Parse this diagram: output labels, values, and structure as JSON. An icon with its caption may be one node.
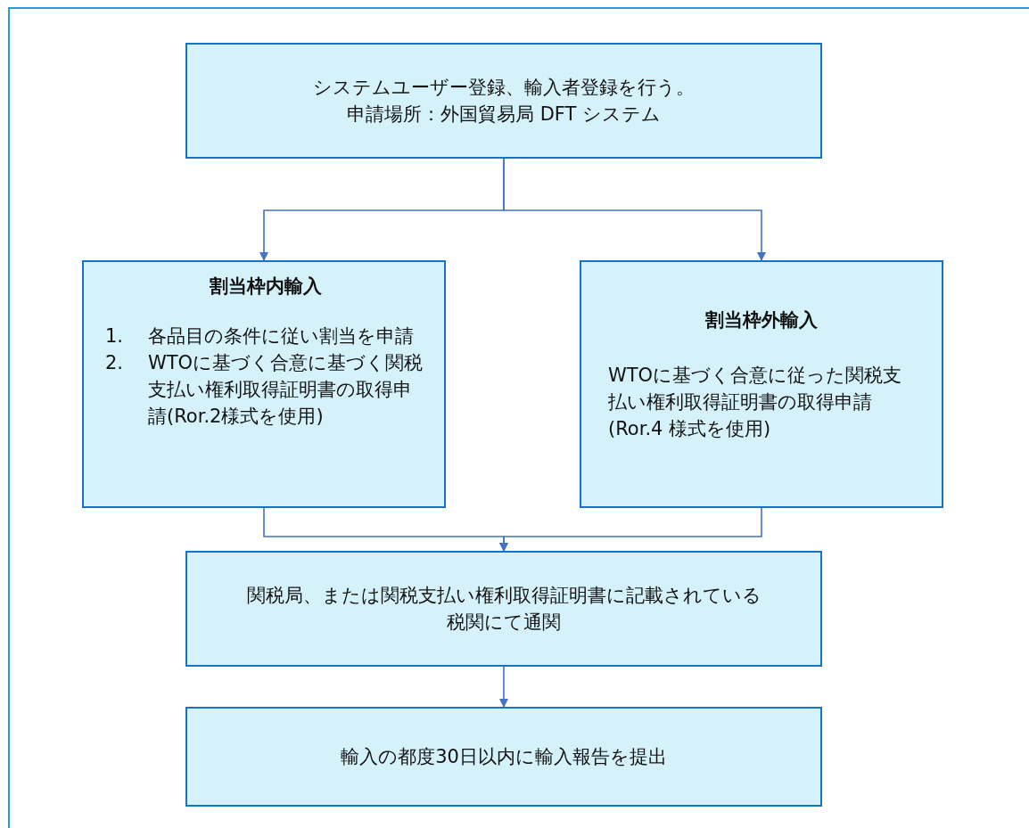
{
  "diagram": {
    "nodes": [
      {
        "text": [
          "システムユーザー登録、輸入者登録を行う。",
          "申請場所：外国貿易局 DFT システム"
        ]
      },
      {
        "text": [
          "割当枠内輸入",
          "1.",
          "各品目の条件に従い割当を申請",
          "2.",
          "WTOに基づく合意に基づく関税支払い権利取得証明書の取得申請(Ror.2様式を使用)"
        ]
      },
      {
        "text": [
          "割当枠外輸入",
          "WTOに基づく合意に従った関税支払い権利取得証明書の取得申請 (Ror.4 様式を使用)"
        ]
      },
      {
        "text": [
          "関税局、または関税支払い権利取得証明書に記載されている税関にて通関"
        ]
      },
      {
        "text": [
          "輸入の都度30日以内に輸入報告を提出"
        ]
      }
    ],
    "edges": [
      {
        "from": 0,
        "to": 1,
        "arrow": "to"
      },
      {
        "from": 0,
        "to": 2,
        "arrow": "to"
      },
      {
        "from": 1,
        "to": 3,
        "arrow": "to"
      },
      {
        "from": 2,
        "to": 3,
        "arrow": "to"
      },
      {
        "from": 3,
        "to": 4,
        "arrow": "to"
      }
    ]
  }
}
